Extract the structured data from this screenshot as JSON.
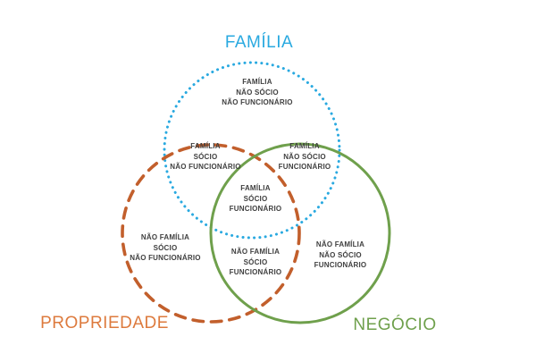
{
  "titles": {
    "familia": "FAMÍLIA",
    "propriedade": "PROPRIEDADE",
    "negocio": "NEGÓCIO"
  },
  "colors": {
    "familia": "#29A9E0",
    "propriedade": "#C25F2C",
    "propriedade_label": "#DD7A3D",
    "negocio": "#6FA04C",
    "region_text": "#404040"
  },
  "regions": {
    "familia_only": {
      "lines": [
        "FAMÍLIA",
        "NÃO SÓCIO",
        "NÃO FUNCIONÁRIO"
      ]
    },
    "familia_propriedade": {
      "lines": [
        "FAMÍLIA",
        "SÓCIO",
        "NÃO FUNCIONÁRIO"
      ]
    },
    "familia_negocio": {
      "lines": [
        "FAMÍLIA",
        "NÃO SÓCIO",
        "FUNCIONÁRIO"
      ]
    },
    "center": {
      "lines": [
        "FAMÍLIA",
        "SÓCIO",
        "FUNCIONÁRIO"
      ]
    },
    "propriedade_only": {
      "lines": [
        "NÃO FAMÍLIA",
        "SÓCIO",
        "NÃO FUNCIONÁRIO"
      ]
    },
    "propriedade_negocio": {
      "lines": [
        "NÃO FAMÍLIA",
        "SÓCIO",
        "FUNCIONÁRIO"
      ]
    },
    "negocio_only": {
      "lines": [
        "NÃO FAMÍLIA",
        "NÃO SÓCIO",
        "FUNCIONÁRIO"
      ]
    }
  }
}
